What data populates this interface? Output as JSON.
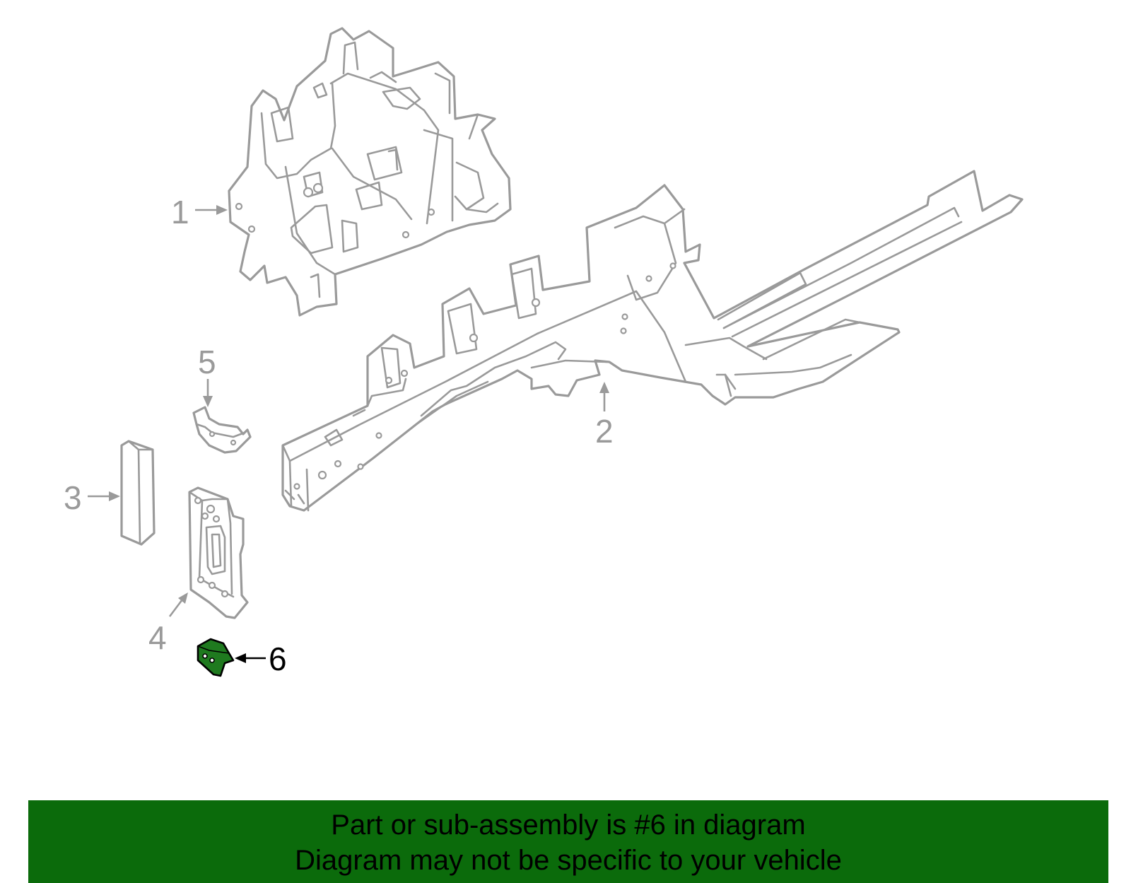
{
  "callouts": [
    {
      "num": "1"
    },
    {
      "num": "2"
    },
    {
      "num": "3"
    },
    {
      "num": "4"
    },
    {
      "num": "5"
    },
    {
      "num": "6"
    }
  ],
  "highlighted_part": "6",
  "colors": {
    "part_stroke": "#9a9a9a",
    "highlight_fill": "#1f7a1f",
    "banner_bg": "#0b6b0b",
    "text_active": "#000000"
  },
  "banner": {
    "line1": "Part or sub-assembly is #6 in diagram",
    "line2": "Diagram may not be specific to your vehicle"
  }
}
